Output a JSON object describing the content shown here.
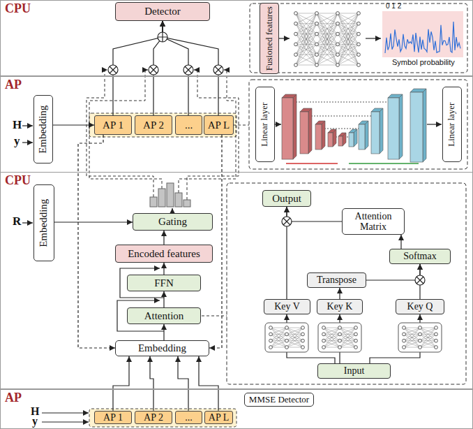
{
  "diagram": {
    "nodes": [
      {
        "text": [
          "CPU"
        ]
      },
      {
        "text": [
          "Detector"
        ],
        "in": 0
      },
      {
        "text": [
          "Fusioned features"
        ],
        "in": 0
      },
      {
        "text": [
          "AP"
        ]
      },
      {
        "text": [
          "Embedding"
        ],
        "in": 3
      },
      {
        "text": [
          "AP 1"
        ],
        "in": 3
      },
      {
        "text": [
          "AP 2"
        ],
        "in": 3
      },
      {
        "text": [
          "..."
        ],
        "in": 3
      },
      {
        "text": [
          "AP L"
        ],
        "in": 3
      },
      {
        "text": [
          "Linear layer"
        ],
        "in": 3
      },
      {
        "text": [
          "Linear layer"
        ],
        "in": 3
      },
      {
        "text": [
          "CPU"
        ]
      },
      {
        "text": [
          "Embedding"
        ],
        "in": 11
      },
      {
        "text": [
          "Gating"
        ],
        "in": 11
      },
      {
        "text": [
          "Encoded features"
        ],
        "in": 11
      },
      {
        "text": [
          "FFN"
        ],
        "in": 11
      },
      {
        "text": [
          "Attention"
        ],
        "in": 11
      },
      {
        "text": [
          "Embedding"
        ],
        "in": 11
      },
      {
        "text": [
          "Output"
        ],
        "in": 11
      },
      {
        "text": [
          "Attention Matrix"
        ],
        "in": 11
      },
      {
        "text": [
          "Softmax"
        ],
        "in": 11
      },
      {
        "text": [
          "Transpose"
        ],
        "in": 11
      },
      {
        "text": [
          "Key V"
        ],
        "in": 11
      },
      {
        "text": [
          "Key K"
        ],
        "in": 11
      },
      {
        "text": [
          "Key Q"
        ],
        "in": 11
      },
      {
        "text": [
          "Input"
        ],
        "in": 11
      },
      {
        "text": [
          "AP"
        ]
      },
      {
        "text": [
          "MMSE Detector"
        ],
        "in": 26
      },
      {
        "text": [
          "AP 1"
        ],
        "in": 26
      },
      {
        "text": [
          "AP 2"
        ],
        "in": 26
      },
      {
        "text": [
          "..."
        ],
        "in": 26
      },
      {
        "text": [
          "AP L"
        ],
        "in": 26
      }
    ],
    "edges": [
      {
        "from": 4,
        "to": 5,
        "arrow": "to"
      },
      {
        "from": 5,
        "to": 1,
        "arrow": "to"
      },
      {
        "from": 6,
        "to": 1,
        "arrow": "to"
      },
      {
        "from": 7,
        "to": 1,
        "arrow": "to"
      },
      {
        "from": 8,
        "to": 1,
        "arrow": "to"
      },
      {
        "from": 5,
        "to": 17,
        "arrow": "to"
      },
      {
        "from": 8,
        "to": 17,
        "arrow": "to"
      },
      {
        "from": 12,
        "to": 13,
        "arrow": "to"
      },
      {
        "from": 14,
        "to": 13,
        "arrow": "to"
      },
      {
        "from": 15,
        "to": 14,
        "arrow": "to"
      },
      {
        "from": 16,
        "to": 15,
        "arrow": "to"
      },
      {
        "from": 17,
        "to": 16,
        "arrow": "to"
      },
      {
        "from": 28,
        "to": 17,
        "arrow": "to"
      },
      {
        "from": 29,
        "to": 17,
        "arrow": "to"
      },
      {
        "from": 30,
        "to": 17,
        "arrow": "to"
      },
      {
        "from": 31,
        "to": 17,
        "arrow": "to"
      },
      {
        "from": 25,
        "to": 22,
        "arrow": "to"
      },
      {
        "from": 25,
        "to": 23,
        "arrow": "to"
      },
      {
        "from": 25,
        "to": 24,
        "arrow": "to"
      },
      {
        "from": 23,
        "to": 21,
        "arrow": "to"
      },
      {
        "from": 21,
        "to": 20,
        "arrow": "to"
      },
      {
        "from": 24,
        "to": 20,
        "arrow": "to"
      },
      {
        "from": 20,
        "to": 19,
        "arrow": "to"
      },
      {
        "from": 19,
        "to": 18,
        "arrow": "to"
      },
      {
        "from": 22,
        "to": 18,
        "arrow": "to"
      }
    ],
    "labels": [
      "0 1 2",
      "Symbol probability",
      "H",
      "y",
      "R",
      "H",
      "y"
    ]
  }
}
